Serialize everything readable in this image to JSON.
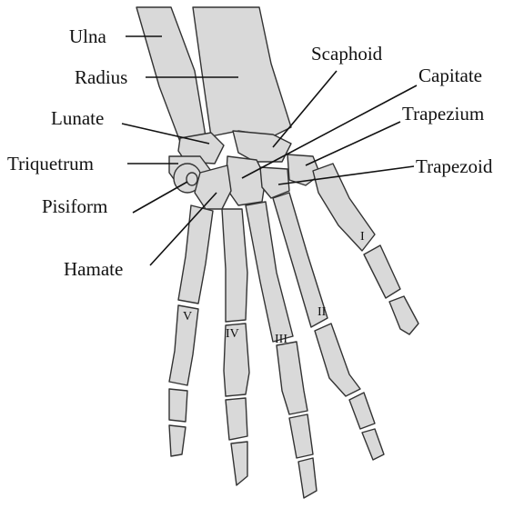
{
  "diagram": {
    "labels": {
      "ulna": "Ulna",
      "radius": "Radius",
      "scaphoid": "Scaphoid",
      "capitate": "Capitate",
      "lunate": "Lunate",
      "trapezium": "Trapezium",
      "triquetrum": "Triquetrum",
      "trapezoid": "Trapezoid",
      "pisiform": "Pisiform",
      "hamate": "Hamate"
    },
    "digit_numerals": {
      "thumb": "I",
      "index": "II",
      "middle": "III",
      "ring": "IV",
      "little": "V"
    }
  }
}
